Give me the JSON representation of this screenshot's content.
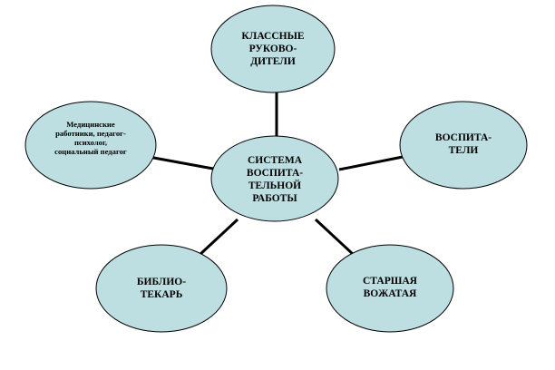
{
  "colors": {
    "node_fill": "#bddfe2",
    "node_stroke": "#000000",
    "connector": "#000000",
    "background": "#ffffff"
  },
  "diagram": {
    "center": {
      "label": "СИСТЕМА\nВОСПИТА-\nТЕЛЬНОЙ\nРАБОТЫ"
    },
    "nodes": [
      {
        "id": "class-teachers",
        "label": "КЛАССНЫЕ\nРУКОВО-\nДИТЕЛИ"
      },
      {
        "id": "educators",
        "label": "ВОСПИТА-\nТЕЛИ"
      },
      {
        "id": "senior-counselor",
        "label": "СТАРШАЯ\nВОЖАТАЯ"
      },
      {
        "id": "librarian",
        "label": "БИБЛИО-\nТЕКАРЬ"
      },
      {
        "id": "medical-workers",
        "label": "Медицинские\nработники, педагог-\nпсихолог,\nсоциальный педагог"
      }
    ]
  }
}
